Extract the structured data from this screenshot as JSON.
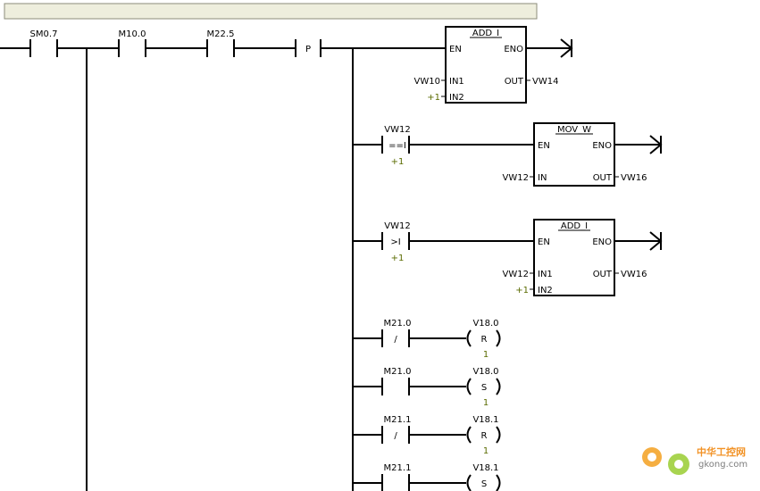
{
  "comment_bar": "",
  "main_rung": {
    "contacts": [
      "SM0.7",
      "M10.0",
      "M22.5"
    ],
    "edge_label": "P"
  },
  "blocks": {
    "add1": {
      "title": "ADD_I",
      "en": "EN",
      "eno": "ENO",
      "in1": "IN1",
      "in2": "IN2",
      "out": "OUT",
      "in1_val": "VW10",
      "in2_val": "+1",
      "out_val": "VW14"
    },
    "mov": {
      "title": "MOV_W",
      "en": "EN",
      "eno": "ENO",
      "in": "IN",
      "out": "OUT",
      "in_val": "VW12",
      "out_val": "VW16"
    },
    "add2": {
      "title": "ADD_I",
      "en": "EN",
      "eno": "ENO",
      "in1": "IN1",
      "in2": "IN2",
      "out": "OUT",
      "in1_val": "VW12",
      "in2_val": "+1",
      "out_val": "VW16"
    }
  },
  "compares": [
    {
      "operand": "VW12",
      "op": "==I",
      "const": "+1"
    },
    {
      "operand": "VW12",
      "op": ">I",
      "const": "+1"
    }
  ],
  "coil_rungs": [
    {
      "contact": "M21.0",
      "contact_sym": "/",
      "coil": "V18.0",
      "coil_sym": "R",
      "count": "1"
    },
    {
      "contact": "M21.0",
      "contact_sym": "",
      "coil": "V18.0",
      "coil_sym": "S",
      "count": "1"
    },
    {
      "contact": "M21.1",
      "contact_sym": "/",
      "coil": "V18.1",
      "coil_sym": "R",
      "count": "1"
    },
    {
      "contact": "M21.1",
      "contact_sym": "",
      "coil": "V18.1",
      "coil_sym": "S",
      "count": ""
    }
  ],
  "watermark": {
    "chinese": "中华工控网",
    "site": "gkong.com"
  },
  "colors": {
    "constant": "#5a6b00",
    "comment_bar": "#eeeedd",
    "watermark": "#f08000"
  }
}
